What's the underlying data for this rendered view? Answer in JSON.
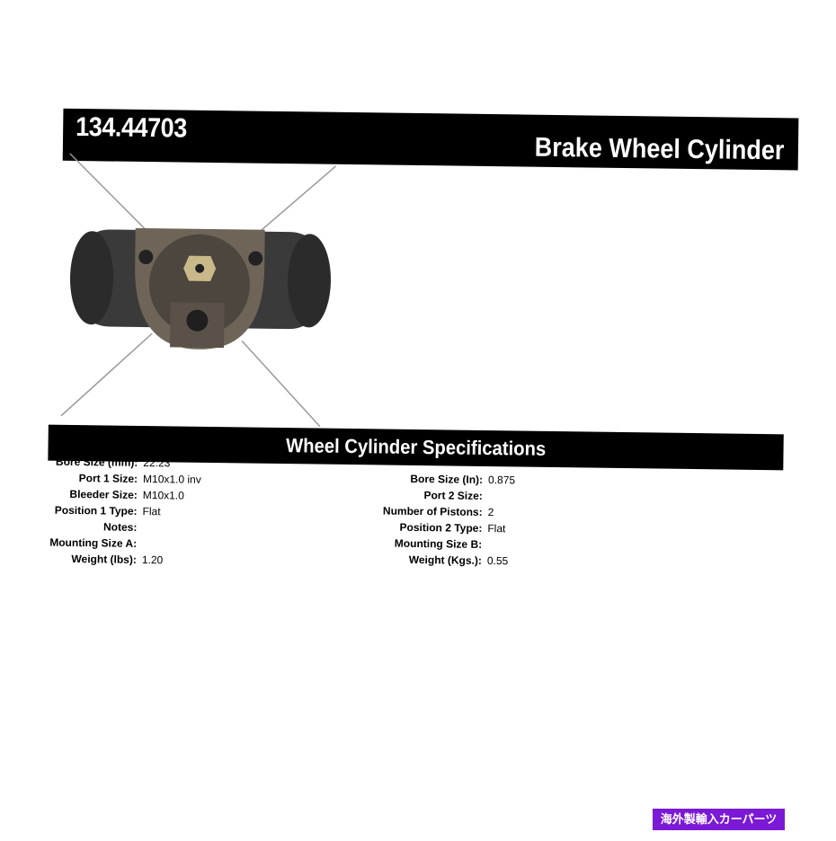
{
  "header": {
    "part_number": "134.44703",
    "product_title": "Brake Wheel Cylinder"
  },
  "product_image": {
    "icon": "wheel-cylinder-photo"
  },
  "specifications": {
    "title": "Wheel Cylinder Specifications",
    "left_column": [
      {
        "label": "Bore Size (mm):",
        "value": "22.23"
      },
      {
        "label": "Port 1 Size:",
        "value": "M10x1.0 inv"
      },
      {
        "label": "Bleeder Size:",
        "value": "M10x1.0"
      },
      {
        "label": "Position 1 Type:",
        "value": "Flat"
      },
      {
        "label": "Notes:",
        "value": ""
      },
      {
        "label": "Mounting Size A:",
        "value": ""
      },
      {
        "label": "Weight (lbs):",
        "value": "1.20"
      }
    ],
    "right_column": [
      {
        "label": "Bore Size (In):",
        "value": "0.875"
      },
      {
        "label": "Port 2 Size:",
        "value": ""
      },
      {
        "label": "Number of Pistons:",
        "value": "2"
      },
      {
        "label": "Position 2 Type:",
        "value": "Flat"
      },
      {
        "label": "Mounting Size B:",
        "value": ""
      },
      {
        "label": "Weight (Kgs.):",
        "value": "0.55"
      }
    ]
  },
  "badge": {
    "text": "海外製輸入カーパーツ",
    "color": "#7b19d6"
  }
}
